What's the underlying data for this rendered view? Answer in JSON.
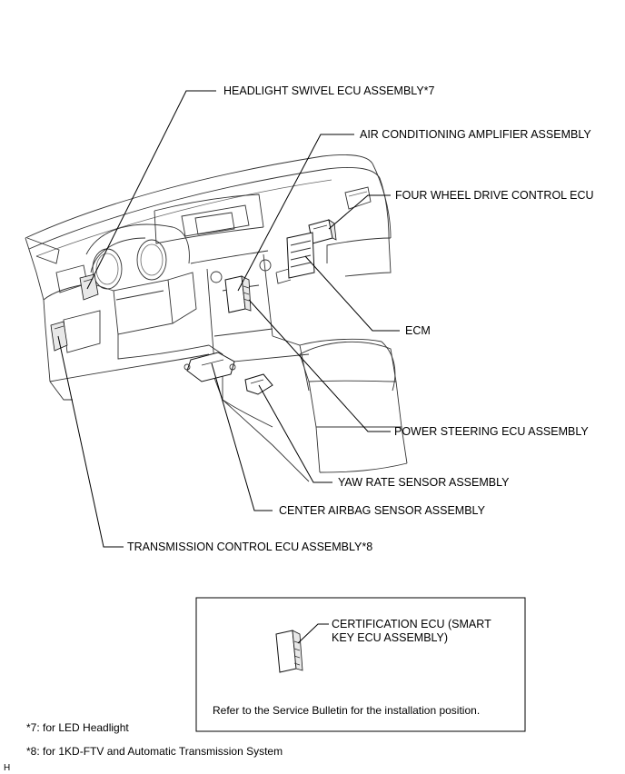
{
  "labels": {
    "headlight_swivel": "HEADLIGHT SWIVEL ECU ASSEMBLY*7",
    "air_conditioning": "AIR CONDITIONING AMPLIFIER ASSEMBLY",
    "four_wheel_drive": "FOUR WHEEL DRIVE CONTROL ECU",
    "ecm": "ECM",
    "power_steering": "POWER STEERING ECU ASSEMBLY",
    "yaw_rate": "YAW RATE SENSOR ASSEMBLY",
    "center_airbag": "CENTER AIRBAG SENSOR ASSEMBLY",
    "transmission_control": "TRANSMISSION CONTROL ECU ASSEMBLY*8"
  },
  "inset": {
    "label_line1": "CERTIFICATION ECU (SMART",
    "label_line2": "KEY ECU ASSEMBLY)",
    "note": "Refer to the Service Bulletin for the installation position."
  },
  "footnotes": {
    "note7": "*7: for LED Headlight",
    "note8": "*8: for 1KD-FTV and Automatic Transmission System"
  },
  "corner_mark": "H"
}
